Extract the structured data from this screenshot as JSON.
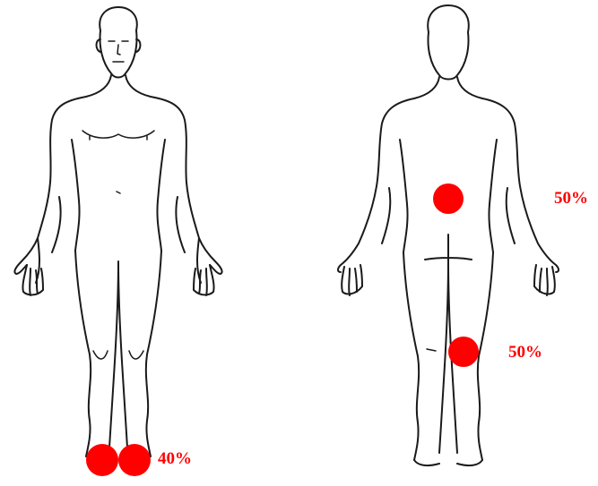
{
  "figures": [
    {
      "id": "front",
      "view": "front"
    },
    {
      "id": "back",
      "view": "back"
    }
  ],
  "markers": [
    {
      "figure": "front",
      "region": "left-ankle",
      "label_group": "ankles"
    },
    {
      "figure": "front",
      "region": "right-ankle",
      "label_group": "ankles"
    },
    {
      "figure": "back",
      "region": "lower-back"
    },
    {
      "figure": "back",
      "region": "back-of-knee"
    }
  ],
  "labels": {
    "ankles": "40%",
    "lower_back": "50%",
    "knee": "50%"
  },
  "colors": {
    "marker": "#ff0000",
    "outline": "#1a1a1a",
    "background": "#ffffff"
  }
}
